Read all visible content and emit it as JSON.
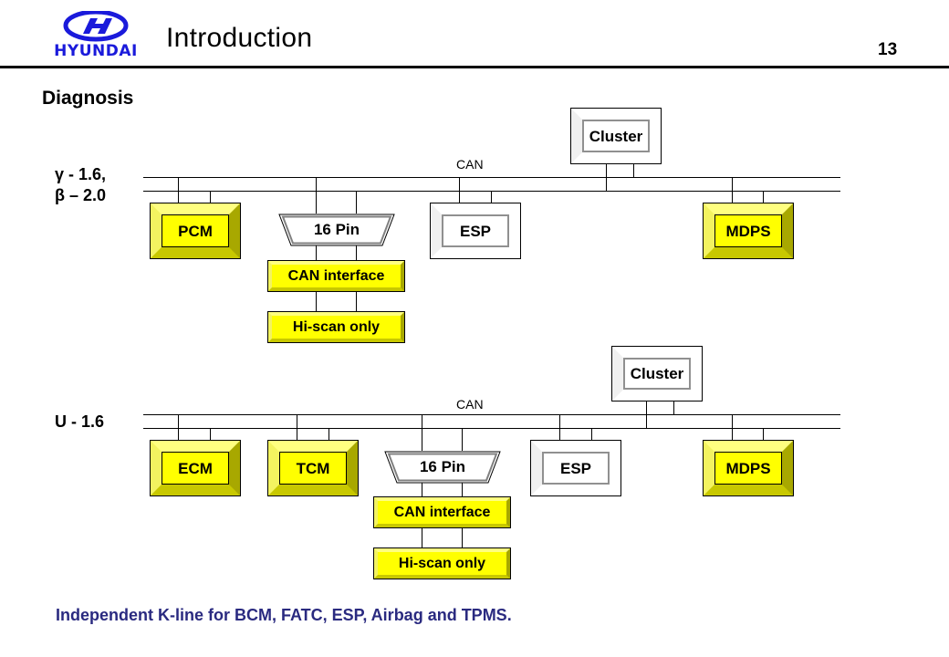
{
  "header": {
    "brand": "HYUNDAI",
    "brand_color": "#1a1adb",
    "title": "Introduction",
    "page_number": "13"
  },
  "section_title": "Diagnosis",
  "diagrams": [
    {
      "variant_lines": [
        "γ - 1.6,",
        "β – 2.0"
      ],
      "bus_label": "CAN",
      "modules": {
        "pcm": "PCM",
        "connector": "16 Pin",
        "can_interface": "CAN interface",
        "hiscan": "Hi-scan only",
        "esp": "ESP",
        "cluster": "Cluster",
        "mdps": "MDPS"
      }
    },
    {
      "variant_lines": [
        "U - 1.6"
      ],
      "bus_label": "CAN",
      "modules": {
        "ecm": "ECM",
        "tcm": "TCM",
        "connector": "16 Pin",
        "can_interface": "CAN interface",
        "hiscan": "Hi-scan only",
        "esp": "ESP",
        "cluster": "Cluster",
        "mdps": "MDPS"
      }
    }
  ],
  "colors": {
    "module_yellow": "#ffff00",
    "footer_text": "#2a2a80"
  },
  "footer_note": "Independent K-line for BCM, FATC, ESP, Airbag and TPMS."
}
